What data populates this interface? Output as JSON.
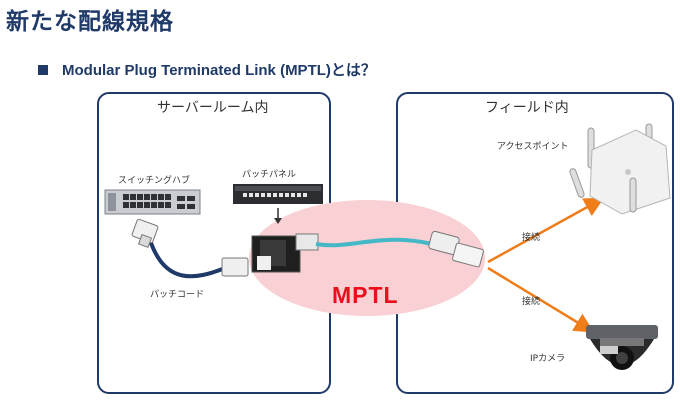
{
  "header": {
    "title": "新たな配線規格",
    "subtitle": "Modular Plug Terminated Link (MPTL)とは？"
  },
  "diagram": {
    "server_room": {
      "title": "サーバールーム内"
    },
    "field": {
      "title": "フィールド内"
    },
    "labels": {
      "switching_hub": "スイッチングハブ",
      "patch_panel": "パッチパネル",
      "patch_cord": "パッチコード",
      "access_point": "アクセスポイント",
      "connection_top": "接続",
      "connection_bottom": "接続",
      "ip_camera": "IPカメラ",
      "mptl": "MPTL"
    },
    "colors": {
      "frame": "#1f3a68",
      "mptl_text": "#e8101c",
      "mptl_ellipse": "#f9d0d3",
      "cable_teal": "#44b8c6",
      "patch_cord_blue": "#1f3a68",
      "arrow": "#ef7d1a"
    }
  }
}
